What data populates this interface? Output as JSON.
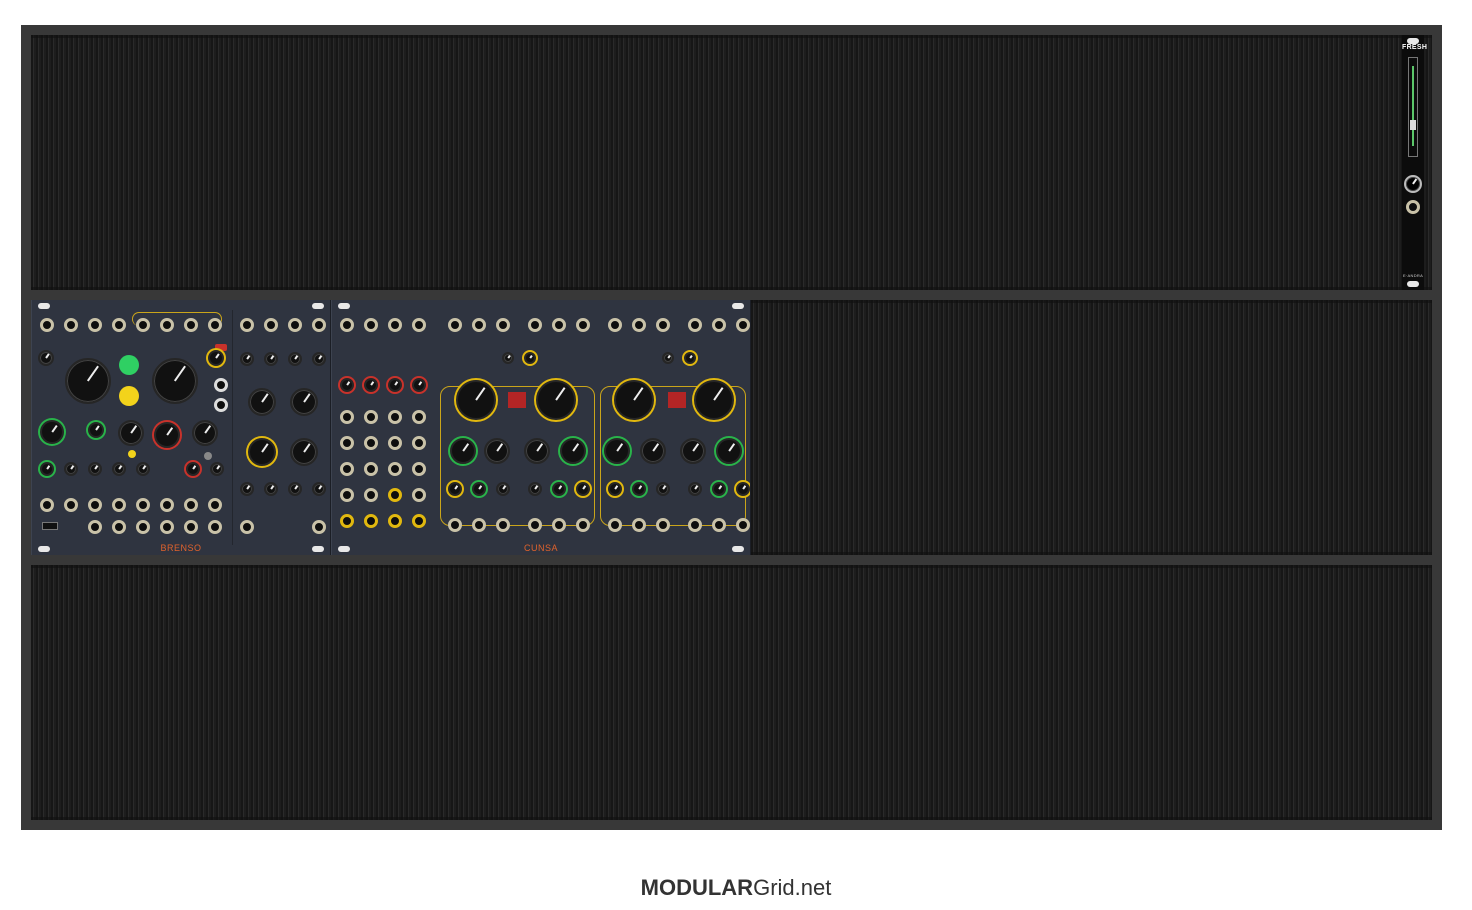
{
  "rack": {
    "rows": [
      {
        "modules": [
          {
            "name": "FRESH",
            "brand": "E·ANDRA"
          }
        ]
      },
      {
        "modules": [
          {
            "name": "BRENSO"
          },
          {
            "name": "CUNSA"
          }
        ]
      },
      {
        "modules": []
      }
    ]
  },
  "footer": {
    "brand_bold": "MODULAR",
    "brand_rest": "Grid.net"
  },
  "colors": {
    "accent_yellow": "#e1b80f",
    "accent_green": "#29b34a",
    "accent_red": "#c8322b",
    "label_orange": "#e0622c"
  }
}
